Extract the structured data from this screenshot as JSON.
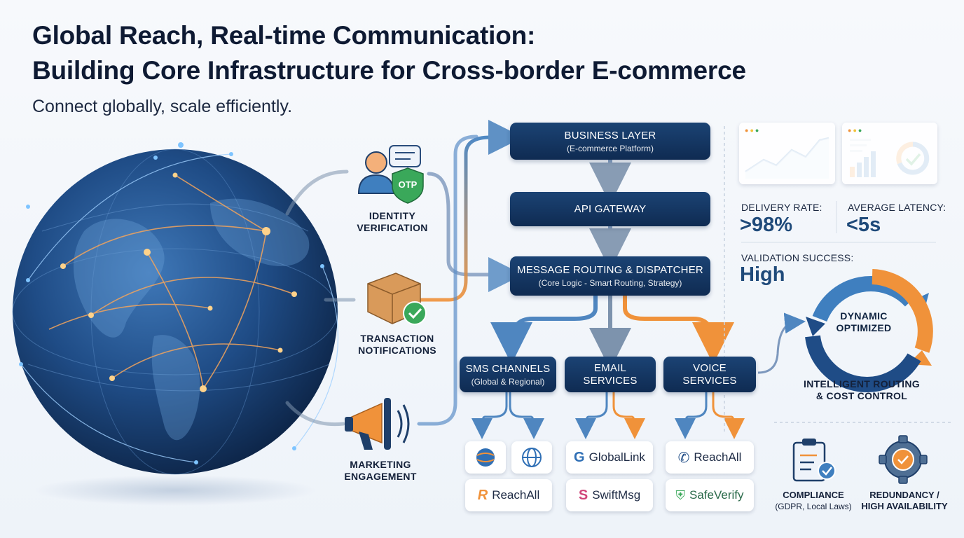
{
  "header": {
    "title_line1": "Global Reach, Real-time Communication:",
    "title_line2": "Building Core Infrastructure for Cross-border E-commerce",
    "subtitle": "Connect globally, scale efficiently."
  },
  "use_cases": [
    {
      "label_l1": "IDENTITY",
      "label_l2": "VERIFICATION",
      "badge": "OTP"
    },
    {
      "label_l1": "TRANSACTION",
      "label_l2": "NOTIFICATIONS"
    },
    {
      "label_l1": "MARKETING",
      "label_l2": "ENGAGEMENT"
    }
  ],
  "layers": {
    "business": {
      "title": "BUSINESS LAYER",
      "sub": "(E-commerce Platform)"
    },
    "gateway": {
      "title": "API GATEWAY"
    },
    "routing": {
      "title": "MESSAGE ROUTING & DISPATCHER",
      "sub": "(Core Logic - Smart Routing, Strategy)"
    }
  },
  "channels": [
    {
      "title": "SMS CHANNELS",
      "sub": "(Global & Regional)",
      "providers": [
        "",
        "",
        "ReachAll"
      ]
    },
    {
      "title_l1": "EMAIL",
      "title_l2": "SERVICES",
      "providers": [
        "GlobalLink",
        "SwiftMsg"
      ]
    },
    {
      "title_l1": "VOICE",
      "title_l2": "SERVICES",
      "providers": [
        "ReachAll",
        "SafeVerify"
      ]
    }
  ],
  "metrics": {
    "delivery_label": "DELIVERY RATE:",
    "delivery_value": ">98%",
    "latency_label": "AVERAGE LATENCY:",
    "latency_value": "<5s",
    "validation_label": "VALIDATION SUCCESS:",
    "validation_value": "High"
  },
  "cycle": {
    "line1": "DYNAMIC",
    "line2": "OPTIMIZED",
    "caption_l1": "INTELLIGENT ROUTING",
    "caption_l2": "& COST CONTROL"
  },
  "footer": {
    "compliance": "COMPLIANCE",
    "compliance_sub": "(GDPR, Local Laws)",
    "redundancy_l1": "REDUNDANCY /",
    "redundancy_l2": "HIGH AVAILABILITY"
  },
  "colors": {
    "navy": "#163a66",
    "blue": "#3f7fbf",
    "orange": "#f0923a",
    "green": "#3aa85a"
  }
}
